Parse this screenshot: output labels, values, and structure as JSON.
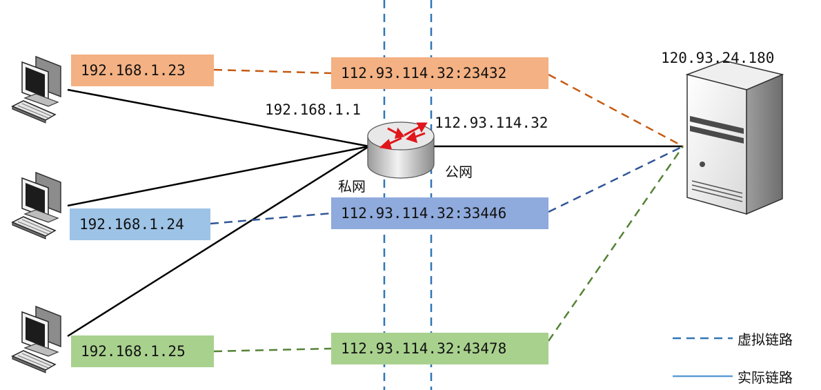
{
  "server": {
    "ip": "120.93.24.180"
  },
  "router": {
    "private_ip": "192.168.1.1",
    "public_ip": "112.93.114.32",
    "private_side_label": "私网",
    "public_side_label": "公网"
  },
  "hosts": [
    {
      "ip": "192.168.1.23",
      "color": "#f4b183"
    },
    {
      "ip": "192.168.1.24",
      "color": "#9dc3e6"
    },
    {
      "ip": "192.168.1.25",
      "color": "#a9d18e"
    }
  ],
  "mappings": [
    {
      "endpoint": "112.93.114.32:23432",
      "color": "#f4b183",
      "link_color": "#c55a11"
    },
    {
      "endpoint": "112.93.114.32:33446",
      "color": "#8faadc",
      "link_color": "#2f5597"
    },
    {
      "endpoint": "112.93.114.32:43478",
      "color": "#a9d18e",
      "link_color": "#548235"
    }
  ],
  "legend": {
    "virtual_link": "虚拟链路",
    "actual_link": "实际链路",
    "virtual_color": "#2e75b6",
    "actual_color": "#5b9bd5"
  }
}
